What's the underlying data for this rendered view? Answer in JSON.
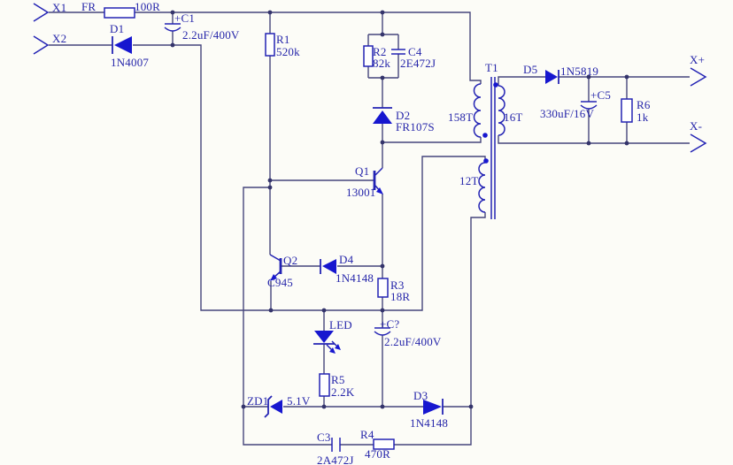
{
  "colors": {
    "background": "#fcfcf7",
    "wire": "#45457c",
    "component_outline": "#2323b4",
    "diode_fill": "#1717cf",
    "label_text": "#2626aa",
    "junction_dot": "#34346b"
  },
  "ports": {
    "x1": {
      "label": "X1"
    },
    "x2": {
      "label": "X2"
    },
    "x_plus": {
      "label": "X+"
    },
    "x_minus": {
      "label": "X-"
    }
  },
  "components": {
    "fr": {
      "ref": "FR",
      "value": "100R"
    },
    "d1": {
      "ref": "D1",
      "value": "1N4007"
    },
    "c1": {
      "ref": "+C1",
      "value": "2.2uF/400V"
    },
    "r1": {
      "ref": "R1",
      "value": "520k"
    },
    "r2": {
      "ref": "R2",
      "value": "82k"
    },
    "c4": {
      "ref": "C4",
      "value": "2E472J"
    },
    "d2": {
      "ref": "D2",
      "value": "FR107S"
    },
    "t1": {
      "ref": "T1",
      "primary_turns": "158T",
      "secondary_turns": "16T",
      "aux_turns": "12T"
    },
    "d5": {
      "ref": "D5",
      "value": "1N5819"
    },
    "c5": {
      "ref": "+C5",
      "value": "330uF/16V"
    },
    "r6": {
      "ref": "R6",
      "value": "1k"
    },
    "q1": {
      "ref": "Q1",
      "value": "13001"
    },
    "q2": {
      "ref": "Q2",
      "value": "C945"
    },
    "d4": {
      "ref": "D4",
      "value": "1N4148"
    },
    "r3": {
      "ref": "R3",
      "value": "18R"
    },
    "led": {
      "ref": "LED"
    },
    "c_unk": {
      "ref": "+C?",
      "value": "2.2uF/400V"
    },
    "r5": {
      "ref": "R5",
      "value": "2.2K"
    },
    "zd1": {
      "ref": "ZD1",
      "value": "5.1V"
    },
    "d3": {
      "ref": "D3",
      "value": "1N4148"
    },
    "c3": {
      "ref": "C3",
      "value": "2A472J"
    },
    "r4": {
      "ref": "R4",
      "value": "470R"
    }
  }
}
